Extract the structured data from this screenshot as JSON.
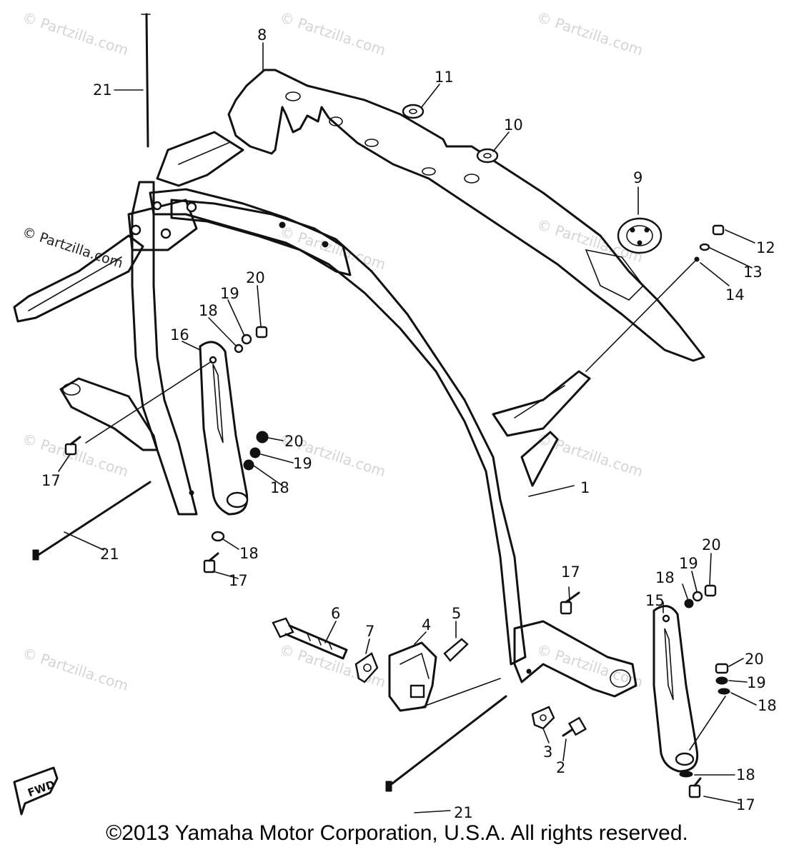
{
  "watermark": {
    "text": "© Partzilla.com",
    "prefix": "©",
    "site": "Partzilla",
    "tld": ".com"
  },
  "fwd_label": "FWD",
  "callouts": [
    {
      "id": "c1",
      "label": "1"
    },
    {
      "id": "c2",
      "label": "2"
    },
    {
      "id": "c3",
      "label": "3"
    },
    {
      "id": "c4",
      "label": "4"
    },
    {
      "id": "c5",
      "label": "5"
    },
    {
      "id": "c6",
      "label": "6"
    },
    {
      "id": "c7",
      "label": "7"
    },
    {
      "id": "c8",
      "label": "8"
    },
    {
      "id": "c9",
      "label": "9"
    },
    {
      "id": "c10",
      "label": "10"
    },
    {
      "id": "c11",
      "label": "11"
    },
    {
      "id": "c12",
      "label": "12"
    },
    {
      "id": "c13",
      "label": "13"
    },
    {
      "id": "c14",
      "label": "14"
    },
    {
      "id": "c15",
      "label": "15"
    },
    {
      "id": "c16",
      "label": "16"
    },
    {
      "id": "c17a",
      "label": "17"
    },
    {
      "id": "c17b",
      "label": "17"
    },
    {
      "id": "c17c",
      "label": "17"
    },
    {
      "id": "c17d",
      "label": "17"
    },
    {
      "id": "c18a",
      "label": "18"
    },
    {
      "id": "c18b",
      "label": "18"
    },
    {
      "id": "c18c",
      "label": "18"
    },
    {
      "id": "c18d",
      "label": "18"
    },
    {
      "id": "c18e",
      "label": "18"
    },
    {
      "id": "c18f",
      "label": "18"
    },
    {
      "id": "c19a",
      "label": "19"
    },
    {
      "id": "c19b",
      "label": "19"
    },
    {
      "id": "c19c",
      "label": "19"
    },
    {
      "id": "c19d",
      "label": "19"
    },
    {
      "id": "c20a",
      "label": "20"
    },
    {
      "id": "c20b",
      "label": "20"
    },
    {
      "id": "c20c",
      "label": "20"
    },
    {
      "id": "c20d",
      "label": "20"
    },
    {
      "id": "c21a",
      "label": "21"
    },
    {
      "id": "c21b",
      "label": "21"
    },
    {
      "id": "c21c",
      "label": "21"
    }
  ],
  "copyright": "©2013  Yamaha Motor Corporation, U.S.A. All rights reserved."
}
